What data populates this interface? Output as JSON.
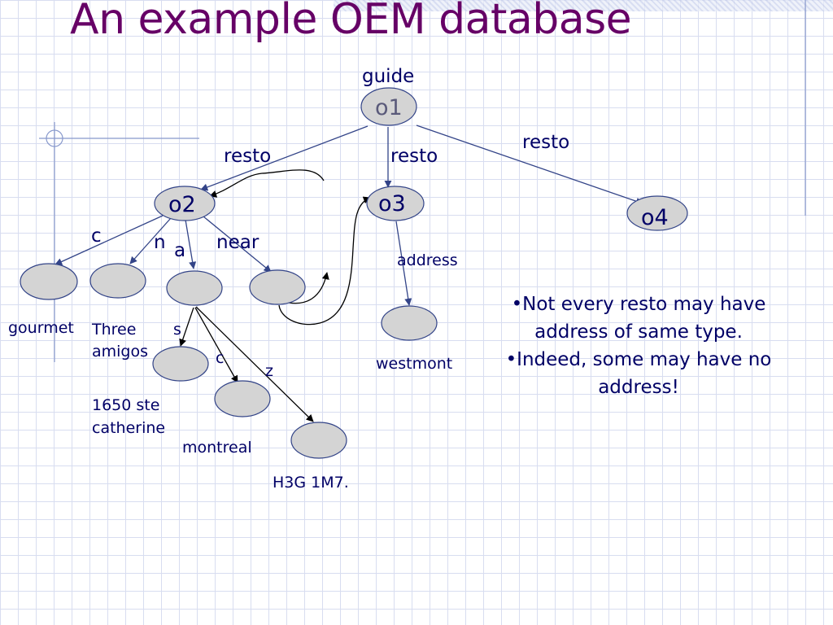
{
  "slide": {
    "title": "An example OEM database"
  },
  "diagram": {
    "labels": {
      "guide": "guide",
      "o1": "o1",
      "o2": "o2",
      "o3": "o3",
      "o4": "o4",
      "resto_o2": "resto",
      "resto_o3": "resto",
      "resto_o4": "resto",
      "c": "c",
      "n": "n",
      "a": "a",
      "near": "near",
      "address": "address",
      "s": "s",
      "c2": "c",
      "z": "z"
    },
    "values": {
      "gourmet": "gourmet",
      "three": "Three",
      "amigos": "amigos",
      "westmont": "westmont",
      "street1": "1650 ste",
      "street2": "catherine",
      "montreal": "montreal",
      "zip": "H3G 1M7."
    }
  },
  "notes": [
    "•Not every resto may have",
    "address  of same type.",
    "•Indeed, some may have no",
    "address!"
  ],
  "colors": {
    "title": "#660066",
    "text": "#000066",
    "edge": "#334488",
    "node_fill": "#d4d4d4"
  }
}
